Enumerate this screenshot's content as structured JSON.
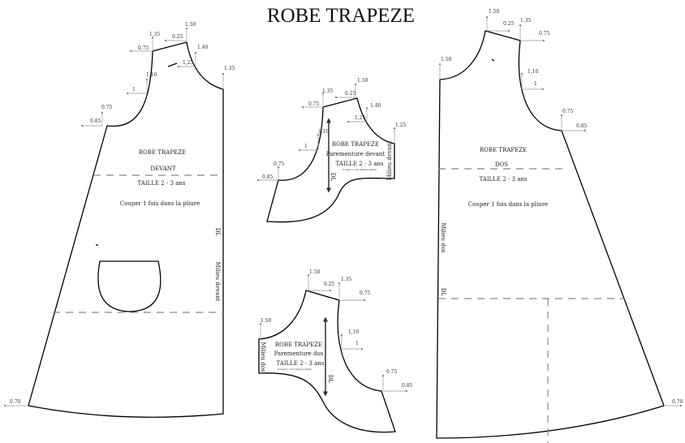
{
  "title": "ROBE TRAPEZE",
  "front": {
    "name": "ROBE TRAPEZE",
    "piece": "DEVANT",
    "size": "TAILLE 2 - 3 ans",
    "cut": "Couper 1 fois dans la pliure",
    "grain": "DL",
    "fold": "Milieu devant",
    "measurements": [
      "1.50",
      "0.25",
      "1.35",
      "0.75",
      "1.40",
      "1,25",
      "1,10",
      "1",
      "0.75",
      "0.85",
      "1.35",
      "0.70"
    ]
  },
  "back": {
    "name": "ROBE TRAPEZE",
    "piece": "DOS",
    "size": "TAILLE 2 - 3 ans",
    "cut": "Couper 1 fois dans la pliure",
    "grain": "DL",
    "fold": "Milieu dos",
    "measurements": [
      "1.50",
      "0.25",
      "1.35",
      "0.75",
      "1.50",
      "1,10",
      "1",
      "0.75",
      "0.85",
      "0.70"
    ]
  },
  "facing_front": {
    "name": "ROBE TRAPEZE",
    "piece": "Parementure devant",
    "size": "TAILLE 2 - 3 ans",
    "cut": "Couper 1 fois dans la pliure",
    "grain": "DL",
    "fold": "Milieu devant",
    "measurements": [
      "1.50",
      "0.25",
      "1.35",
      "0.75",
      "1.40",
      "1,25",
      "1,10",
      "1",
      "0.75",
      "0.85",
      "1.25"
    ]
  },
  "facing_back": {
    "name": "ROBE TRAPEZE",
    "piece": "Parementure dos",
    "size": "TAILLE 2 - 3 ans",
    "cut": "Couper 1 fois dans la pliure",
    "grain": "DL",
    "fold": "Milieu dos",
    "measurements": [
      "1.50",
      "0.25",
      "1.35",
      "0.75",
      "1.50",
      "1,10",
      "1",
      "0.75",
      "0.85"
    ]
  }
}
